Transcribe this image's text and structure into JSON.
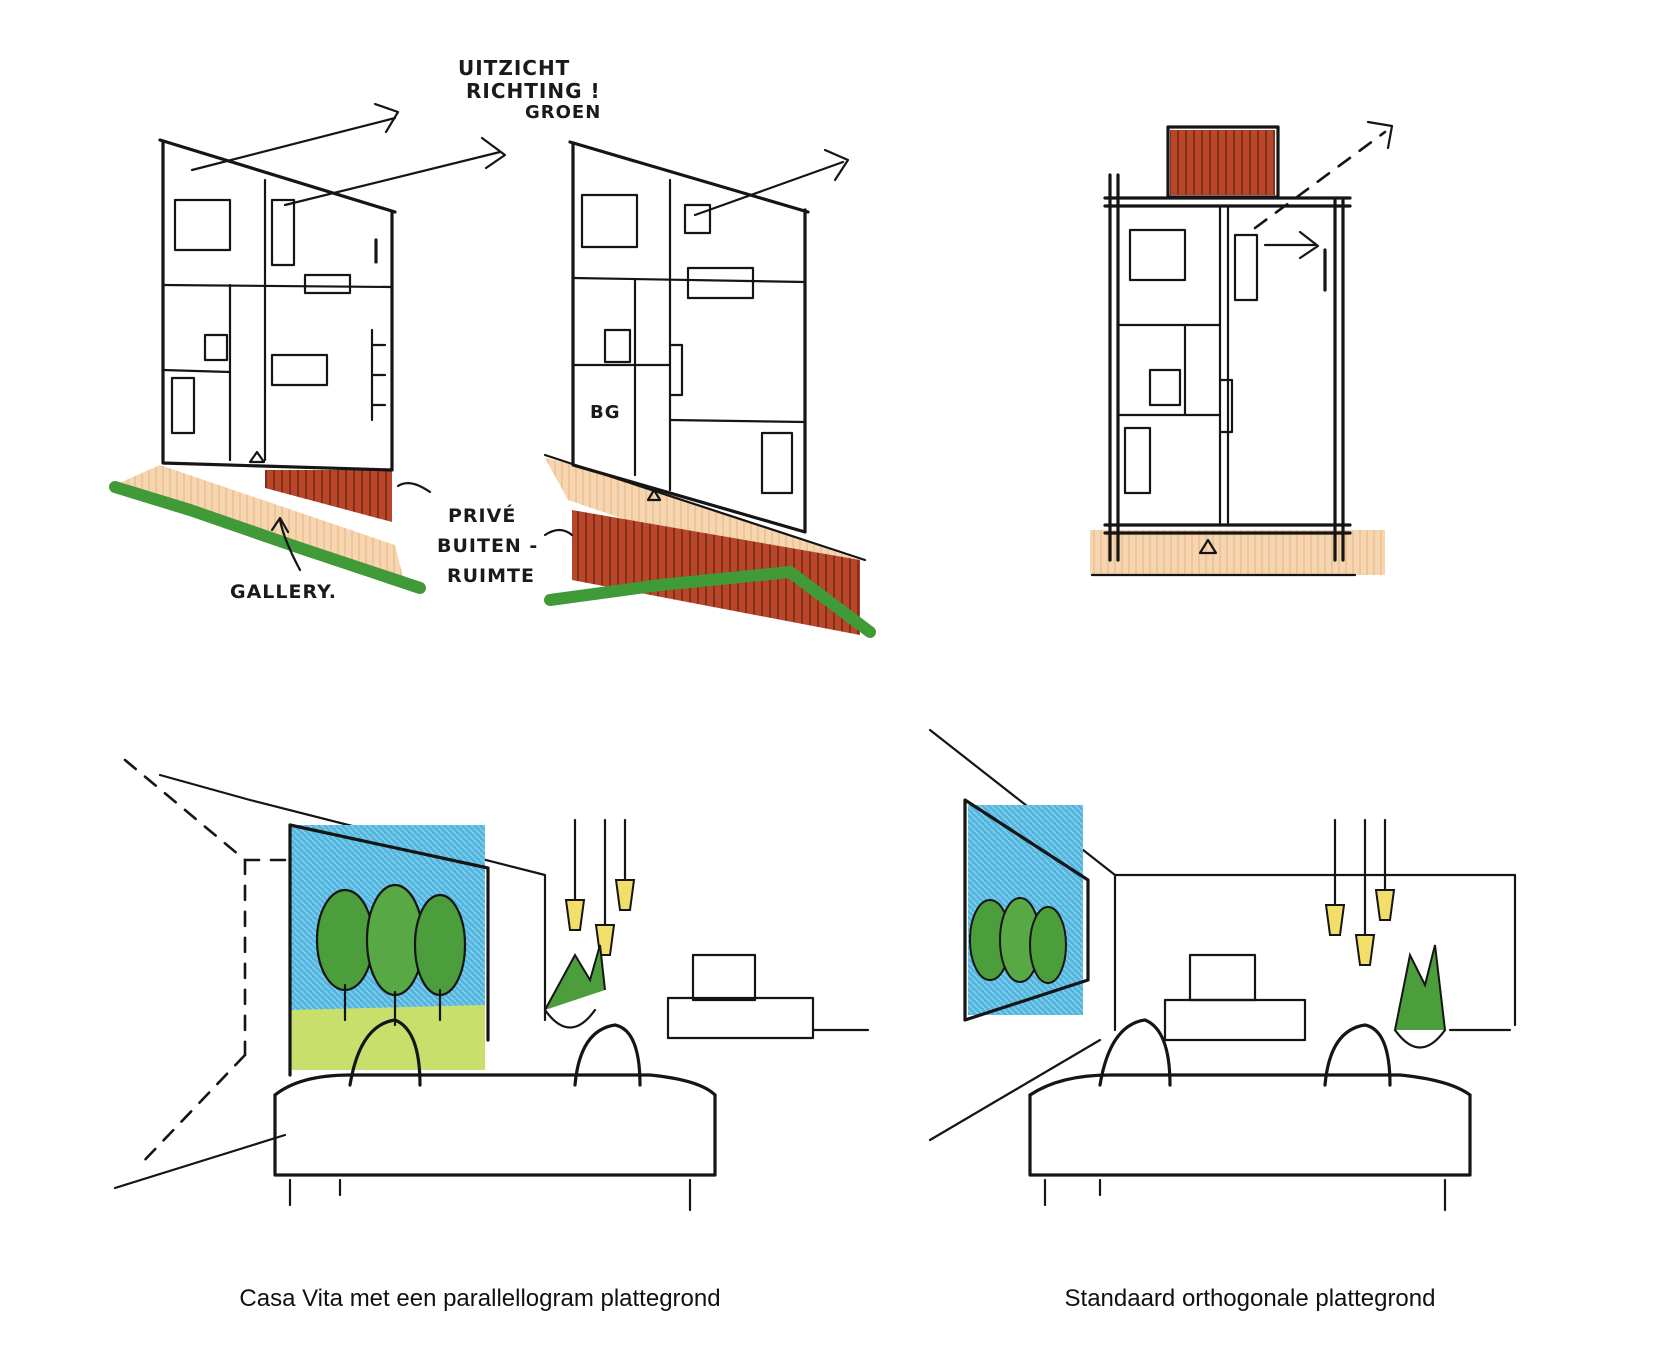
{
  "annotations": {
    "view_line1": "UITZICHT",
    "view_line2": "RICHTING !",
    "view_line3": "GROEN",
    "private_line1": "PRIVÉ",
    "private_line2": "BUITEN -",
    "private_line3": "RUIMTE",
    "gallery": "GALLERY.",
    "ground_floor": "BG"
  },
  "captions": {
    "left": "Casa Vita met een parallellogram plattegrond",
    "right": "Standaard orthogonale plattegrond"
  },
  "colors": {
    "ink": "#151515",
    "sand": "#f3cfa6",
    "brick": "#b8472a",
    "grass": "#3f9a37",
    "sky": "#4fb3dc",
    "tree": "#4c9d3c",
    "lamp": "#f1df6a"
  }
}
